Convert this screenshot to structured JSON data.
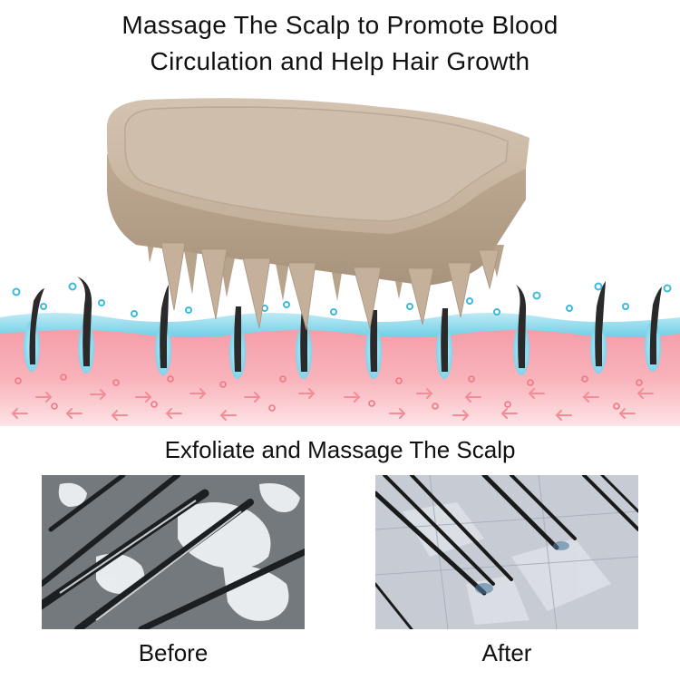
{
  "headline": {
    "line1": "Massage The Scalp to Promote Blood",
    "line2": "Circulation and Help Hair Growth"
  },
  "section_title": "Exfoliate and Massage The Scalp",
  "comparison": {
    "before_label": "Before",
    "after_label": "After"
  },
  "colors": {
    "brush": "#cbb9a5",
    "brush_shadow": "#a8947f",
    "skin_top": "#7fd4ea",
    "skin": "#f7a3ae",
    "skin_deep": "#fde0e3",
    "arrow": "#f28d98",
    "hair": "#2a2a2a"
  }
}
